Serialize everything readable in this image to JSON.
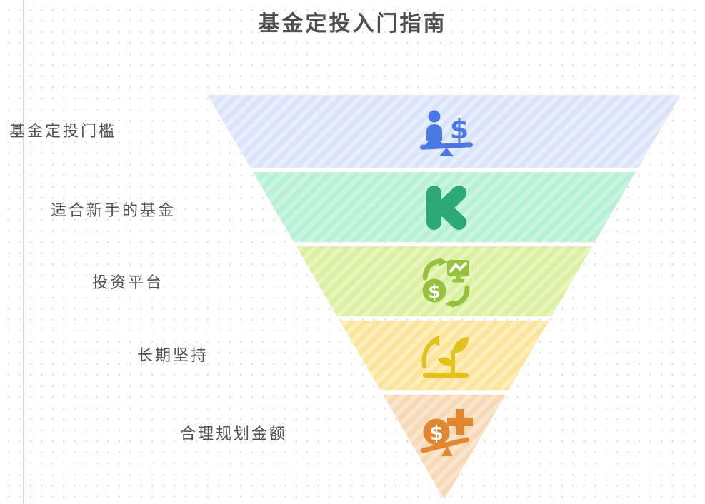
{
  "title": "基金定投入门指南",
  "funnel": {
    "levels": [
      {
        "label": "基金定投门槛",
        "icon": "person-dollar-balance-icon",
        "band_color": "#d9e4fa",
        "stripe_color": "#e8eefc",
        "icon_color": "#4a79e5"
      },
      {
        "label": "适合新手的基金",
        "icon": "letter-k-icon",
        "band_color": "#b6f1d2",
        "stripe_color": "#cbf5e1",
        "icon_color": "#2daa73"
      },
      {
        "label": "投资平台",
        "icon": "money-exchange-icon",
        "band_color": "#d9f1a0",
        "stripe_color": "#e6f6bc",
        "icon_color": "#96c13c"
      },
      {
        "label": "长期坚持",
        "icon": "sprout-growth-icon",
        "band_color": "#fce49b",
        "stripe_color": "#fdeebb",
        "icon_color": "#e3c31b"
      },
      {
        "label": "合理规划金额",
        "icon": "coin-plus-balance-icon",
        "band_color": "#f8d9b6",
        "stripe_color": "#fae6cf",
        "icon_color": "#e2862f"
      }
    ]
  },
  "background": {
    "dot_grid_color": "#e9dbe2",
    "margin_line_color": "#ee99a5",
    "text_color": "#4f4f4f"
  }
}
